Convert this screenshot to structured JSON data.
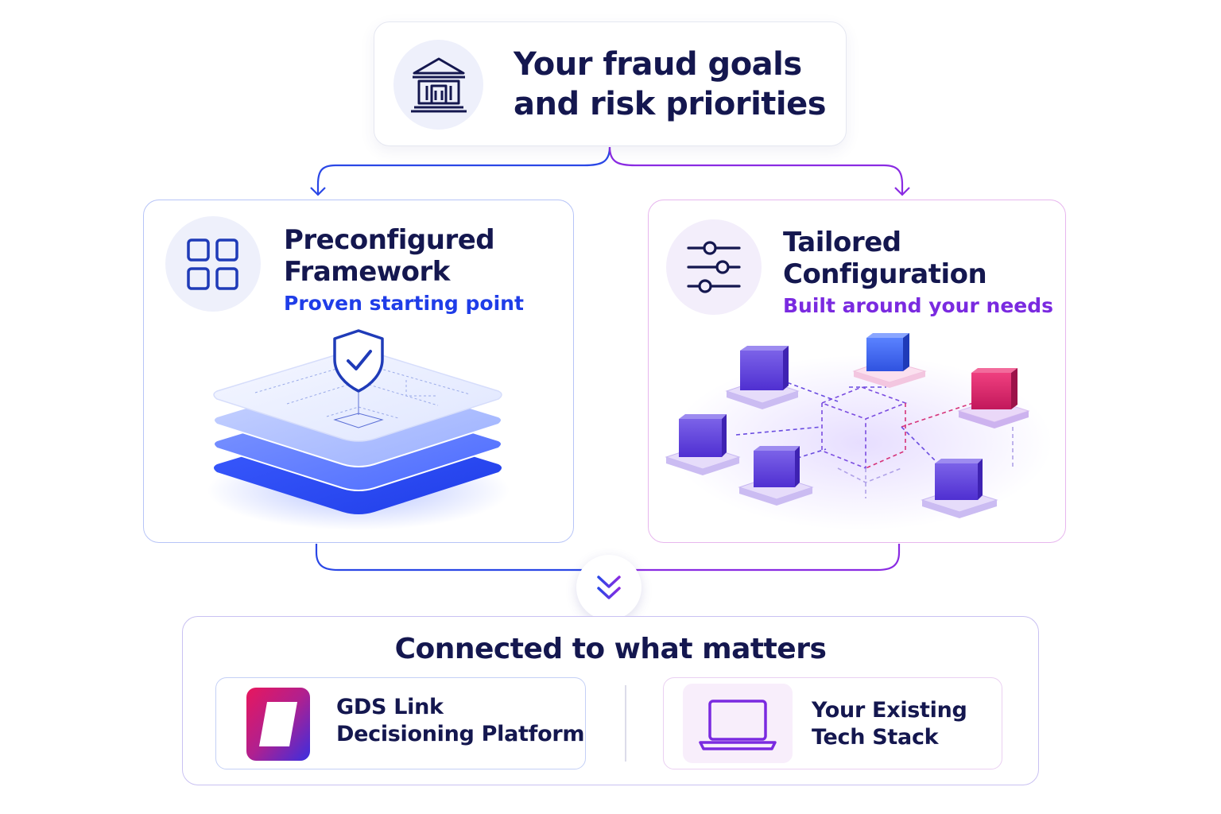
{
  "top": {
    "title_line1": "Your fraud goals",
    "title_line2": "and risk priorities",
    "icon": "bank-icon"
  },
  "left": {
    "title_line1": "Preconfigured",
    "title_line2": "Framework",
    "subtitle": "Proven starting point",
    "icon": "grid-icon",
    "illustration": "shield-layers-illustration"
  },
  "right": {
    "title_line1": "Tailored",
    "title_line2": "Configuration",
    "subtitle": "Built around your needs",
    "icon": "sliders-icon",
    "illustration": "connected-blocks-illustration"
  },
  "bottom": {
    "title": "Connected to what matters",
    "gds": {
      "line1": "GDS Link",
      "line2": "Decisioning Platform",
      "icon": "gds-link-logo"
    },
    "stack": {
      "line1": "Your Existing",
      "line2": "Tech Stack",
      "icon": "laptop-icon"
    }
  },
  "colors": {
    "navy": "#14174f",
    "blue": "#1f3de8",
    "purple": "#7a2ae0",
    "magenta": "#d91e63"
  }
}
